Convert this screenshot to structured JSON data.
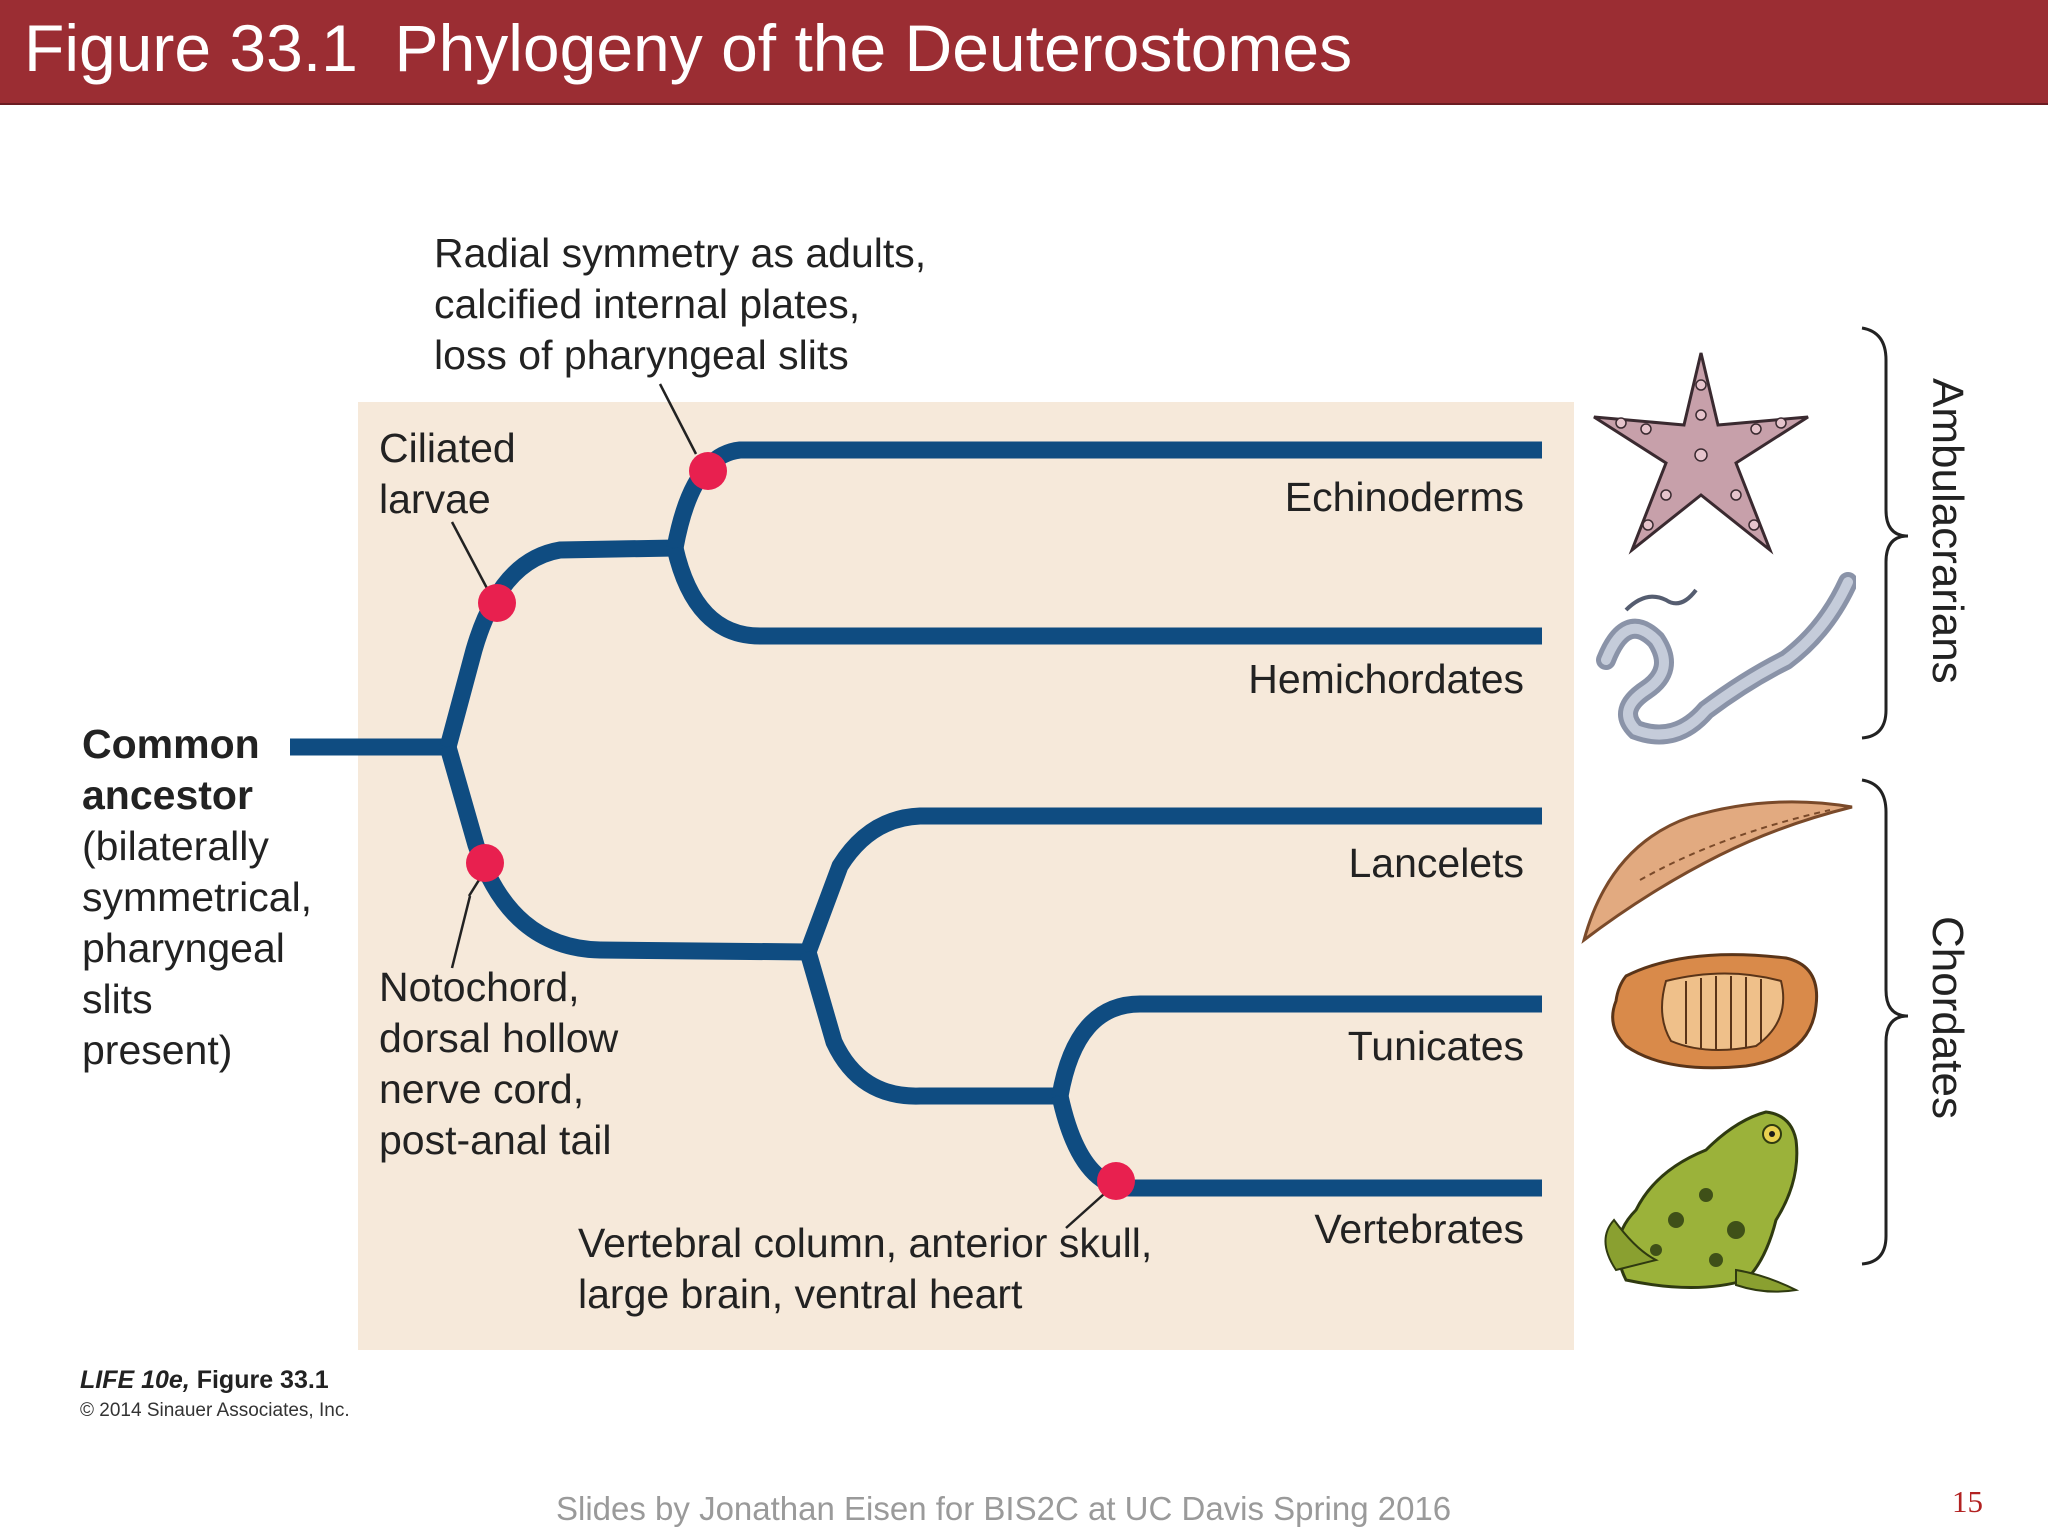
{
  "header": {
    "title": "Figure 33.1  Phylogeny of the Deuterostomes"
  },
  "diagram": {
    "root_label_bold": [
      "Common",
      "ancestor"
    ],
    "root_label_plain": [
      "(bilaterally",
      "symmetrical,",
      "pharyngeal",
      "slits",
      "present)"
    ],
    "annotations": {
      "echinoderm_traits": [
        "Radial symmetry as adults,",
        "calcified internal plates,",
        "loss of pharyngeal slits"
      ],
      "ciliated_larvae": [
        "Ciliated",
        "larvae"
      ],
      "chordate_traits": [
        "Notochord,",
        "dorsal hollow",
        "nerve cord,",
        "post-anal tail"
      ],
      "vertebrate_traits": [
        "Vertebral column, anterior skull,",
        "large brain, ventral heart"
      ]
    },
    "taxa": [
      "Echinoderms",
      "Hemichordates",
      "Lancelets",
      "Tunicates",
      "Vertebrates"
    ],
    "groups": {
      "ambulacrarians": "Ambulacrarians",
      "chordates": "Chordates"
    },
    "animals": [
      "sea-star",
      "acorn-worm",
      "lancelet",
      "tunicate",
      "frog"
    ],
    "colors": {
      "branch": "#0f4c81",
      "node": "#e8204f",
      "panel": "#f6e9da",
      "title_bar": "#9b2d33"
    }
  },
  "credits": {
    "book_italic": "LIFE 10e,",
    "figure": " Figure 33.1",
    "copyright": "© 2014 Sinauer Associates, Inc."
  },
  "footer": {
    "text": "Slides by Jonathan Eisen for BIS2C at UC Davis Spring 2016",
    "page_number": "15"
  }
}
